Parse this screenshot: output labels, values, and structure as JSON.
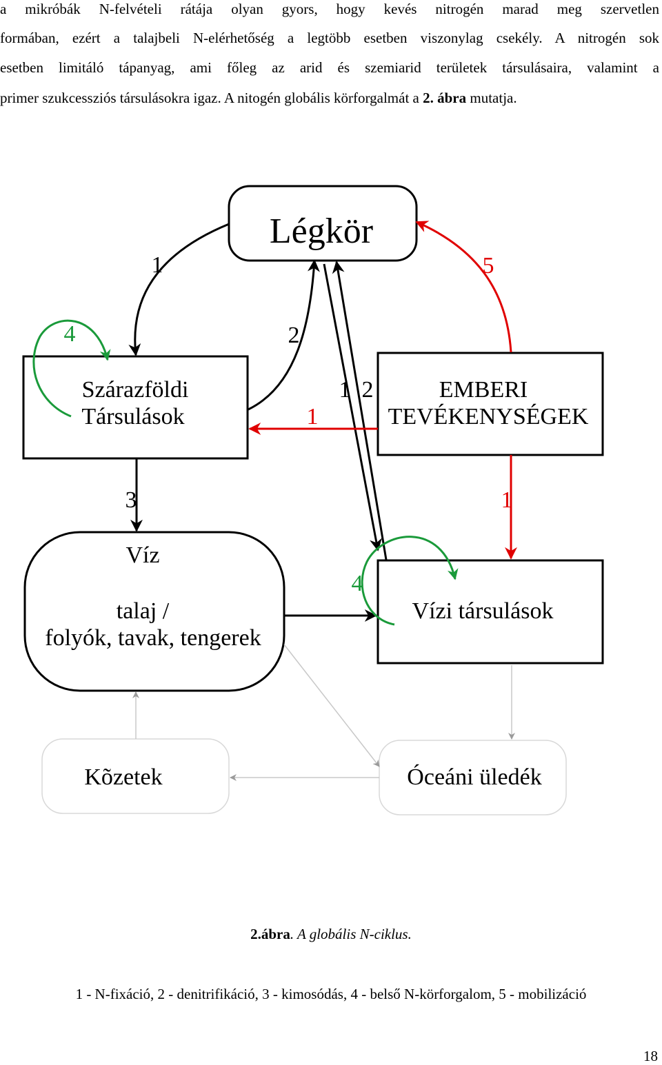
{
  "paragraph": {
    "line1": "a mikróbák N-felvételi rátája olyan gyors, hogy kevés nitrogén marad meg szervetlen",
    "line2": "formában, ezért a talajbeli N-elérhetőség a legtöbb esetben viszonylag csekély. A nitrogén sok",
    "line3": "esetben limitáló tápanyag, ami főleg az arid és szemiarid területek társulásaira, valamint a",
    "line4_start": "primer szukcessziós társulásokra igaz. A nitogén globális körforgalmát a ",
    "line4_bold": "2. ábra",
    "line4_end": " mutatja."
  },
  "diagram": {
    "nodes": {
      "atmosphere": "Légkör",
      "terrestrial_line1": "Szárazföldi",
      "terrestrial_line2": "Társulások",
      "human_line1": "EMBERI",
      "human_line2": "TEVÉKENYSÉGEK",
      "water_line1": "Víz",
      "water_line2": "talaj /",
      "water_line3": "folyók, tavak, tengerek",
      "aquatic": "Vízi társulások",
      "rocks": "Kõzetek",
      "sediment": "Óceáni üledék"
    },
    "labels": {
      "fixation_terrestrial": "1",
      "mobilization": "5",
      "internal_terrestrial": "4",
      "denitrification_terrestrial": "2",
      "fixation_aquatic": "1",
      "denitrification_aquatic": "2",
      "human_to_terrestrial": "1",
      "leaching": "3",
      "human_to_aquatic": "1",
      "internal_aquatic": "4"
    },
    "colors": {
      "black": "#000000",
      "red": "#e00000",
      "green": "#1a9a3a",
      "gray": "#b4b4b4"
    }
  },
  "caption": {
    "number": "2.ábra",
    "text": ". A globális N-ciklus."
  },
  "legend_text": "1 - N-fixáció, 2 - denitrifikáció, 3 - kimosódás, 4 - belső N-körforgalom, 5 - mobilizáció",
  "page_number": "18"
}
